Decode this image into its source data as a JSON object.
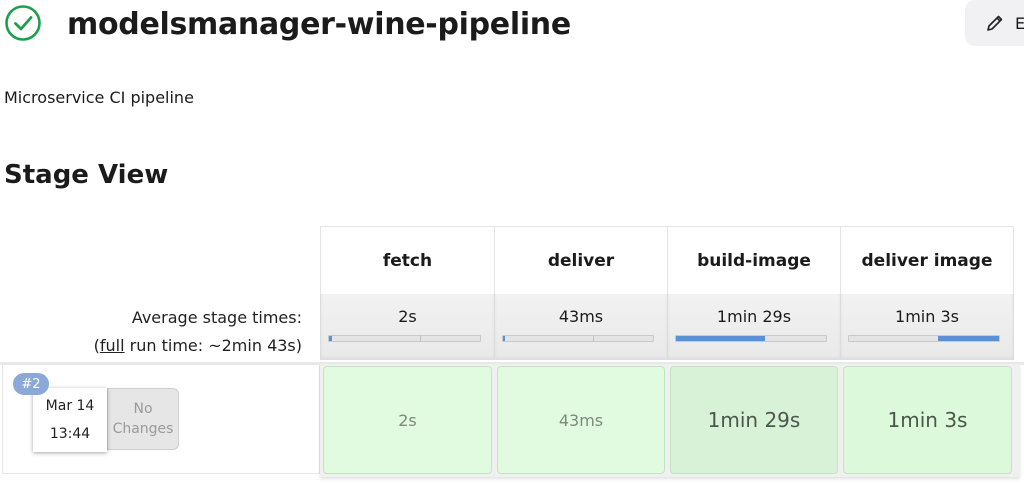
{
  "header": {
    "title": "modelsmanager-wine-pipeline",
    "status": "success",
    "status_color": "#1e9e4f",
    "edit_label": "E"
  },
  "description": "Microservice CI pipeline",
  "section_title": "Stage View",
  "stage_view": {
    "avg_label": "Average stage times:",
    "full_prefix": "(",
    "full_link": "full",
    "full_suffix": " run time: ~2min 43s)",
    "stages": [
      {
        "name": "fetch",
        "avg": "2s",
        "fill_start": 0.0,
        "fill_end": 0.02
      },
      {
        "name": "deliver",
        "avg": "43ms",
        "fill_start": 0.0,
        "fill_end": 0.01
      },
      {
        "name": "build-image",
        "avg": "1min 29s",
        "fill_start": 0.0,
        "fill_end": 0.59
      },
      {
        "name": "deliver image",
        "avg": "1min 3s",
        "fill_start": 0.59,
        "fill_end": 1.0
      }
    ],
    "run": {
      "number": "#2",
      "date": "Mar 14",
      "time": "13:44",
      "changes": "No Changes",
      "stage_times": [
        "2s",
        "43ms",
        "1min 29s",
        "1min 3s"
      ]
    },
    "bar_color": "#5b8fd6",
    "success_cell_color": "#e0fbe0"
  }
}
